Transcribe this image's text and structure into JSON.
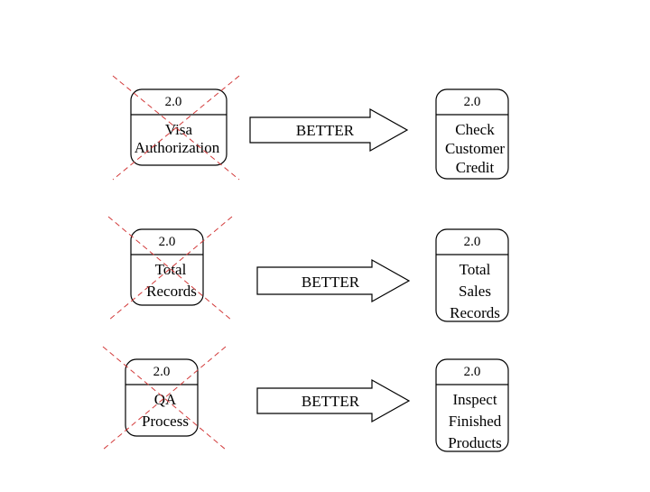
{
  "rows": [
    {
      "bad": {
        "number": "2.0",
        "lines": [
          "Visa",
          "Authorization"
        ]
      },
      "arrow": "BETTER",
      "good": {
        "number": "2.0",
        "lines": [
          "Check",
          "Customer",
          "Credit"
        ]
      }
    },
    {
      "bad": {
        "number": "2.0",
        "lines": [
          "Total",
          "Records"
        ]
      },
      "arrow": "BETTER",
      "good": {
        "number": "2.0",
        "lines": [
          "Total",
          "Sales",
          "Records"
        ]
      }
    },
    {
      "bad": {
        "number": "2.0",
        "lines": [
          "QA",
          "Process"
        ]
      },
      "arrow": "BETTER",
      "good": {
        "number": "2.0",
        "lines": [
          "Inspect",
          "Finished",
          "Products"
        ]
      }
    }
  ],
  "colors": {
    "cross": "#d23a3a",
    "stroke": "#000000"
  }
}
